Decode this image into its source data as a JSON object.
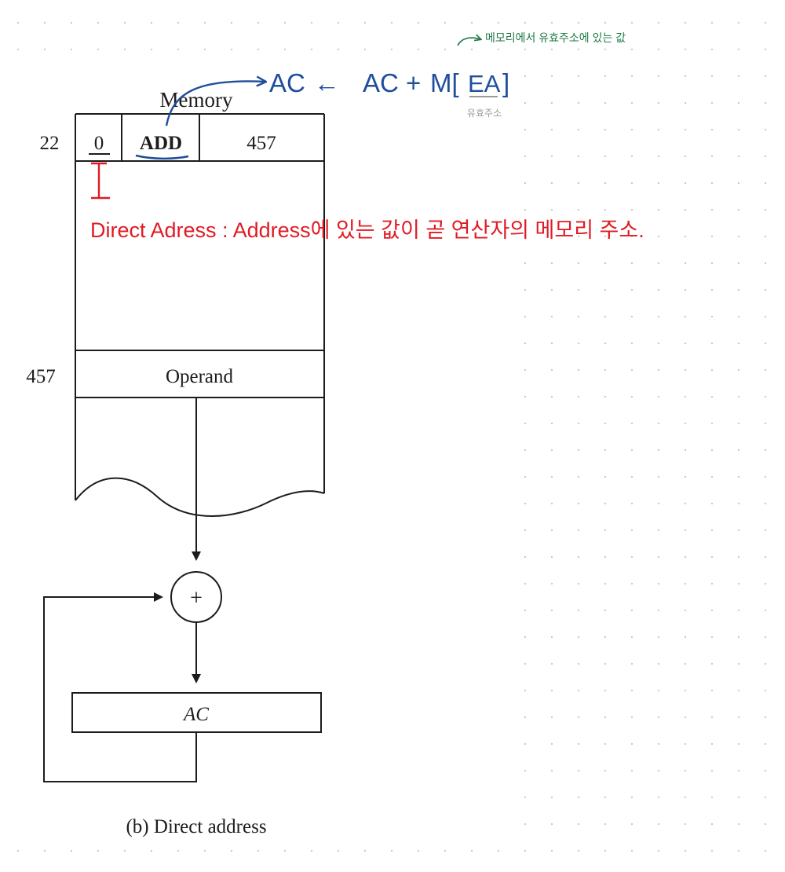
{
  "diagram": {
    "memory_label": "Memory",
    "instruction_address": "22",
    "mode_bit": "0",
    "opcode": "ADD",
    "address_field": "457",
    "operand_address": "457",
    "operand_label": "Operand",
    "adder_symbol": "+",
    "register_label": "AC",
    "caption": "(b) Direct address"
  },
  "annotations": {
    "formula": "AC ← AC + M[EA]",
    "formula_parts": {
      "ac_left": "AC",
      "arrow": "←",
      "ac_right": "AC +",
      "m": "M[",
      "ea": "EA",
      "close": "]"
    },
    "ea_note": "유효주소",
    "memory_value_note": "메모리에서 유효주소에 있는 값",
    "direct_address_note": "Direct Adress : Address에 있는 값이 곧 연산자의 메모리 주소."
  },
  "colors": {
    "ink_blue": "#1f4f9a",
    "ink_red": "#e01b24",
    "ink_green": "#1d7a45",
    "print": "#1c1c1c"
  }
}
